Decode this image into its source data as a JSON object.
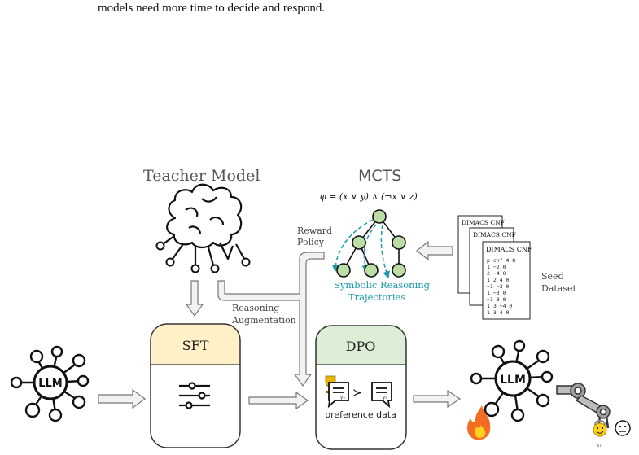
{
  "top_text": "models need more time to decide and respond.",
  "teacher": {
    "label": "Teacher Model"
  },
  "mcts": {
    "label": "MCTS",
    "formula": "φ = (x ∨ y) ∧ (¬x ∨ z)",
    "trajectories_line1": "Symbolic Reasoning",
    "trajectories_line2": "Trajectories"
  },
  "reward": {
    "line1": "Reward",
    "line2": "Policy"
  },
  "augment": {
    "line1": "Reasoning",
    "line2": "Augmentation"
  },
  "sft": {
    "title": "SFT"
  },
  "dpo": {
    "title": "DPO",
    "caption": "preference data",
    "y_plus": "y₊",
    "y_minus": "yₗ",
    "compare": "≻"
  },
  "llm_left": {
    "label": "LLM"
  },
  "llm_right": {
    "label": "LLM"
  },
  "seed": {
    "line1": "Seed",
    "line2": "Dataset",
    "doc_title": "DIMACS CNF",
    "rows": [
      "p cnf 4 8",
      "1 −2   0",
      "2 −4   0",
      "1  2  4  0",
      "−1 −3   0",
      "1 −3   0",
      "−1  3   0",
      "1  3 −4  0",
      "1  3  4  0"
    ]
  },
  "robot_sub": "x₁",
  "colors": {
    "sft_header": "#FFF0C8",
    "dpo_header": "#DCEFD6",
    "node_fill": "#BCDDA5",
    "teal": "#1B9AAA",
    "arrow_fill": "#F2F2F2"
  }
}
